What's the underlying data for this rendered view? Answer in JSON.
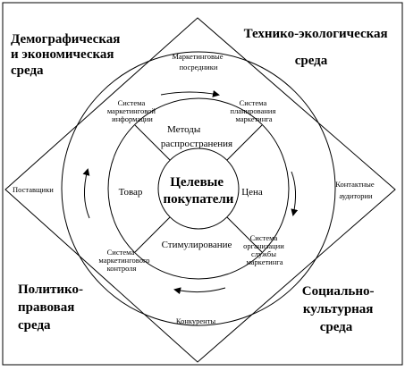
{
  "corners": {
    "top_left": [
      "Демографическая",
      "и экономическая",
      "среда"
    ],
    "top_right": [
      "Технико-экологическая",
      "среда"
    ],
    "bottom_left": [
      "Политико-",
      "правовая",
      "среда"
    ],
    "bottom_right": [
      "Социально-",
      "культурная",
      "среда"
    ]
  },
  "outer_ring": {
    "top": [
      "Маркетинговые",
      "посредники"
    ],
    "left": [
      "Поставщики"
    ],
    "right": [
      "Контактные",
      "аудитории"
    ],
    "bottom": [
      "Конкуренты"
    ]
  },
  "middle_ring": {
    "top_left": [
      "Система",
      "маркетинговой",
      "информации"
    ],
    "top_right": [
      "Система",
      "планирования",
      "маркетинга"
    ],
    "bottom_left": [
      "Система",
      "маркетингового",
      "контроля"
    ],
    "bottom_right": [
      "Система",
      "организации",
      "службы",
      "маркетинга"
    ]
  },
  "inner_ring": {
    "top": [
      "Методы",
      "распространения"
    ],
    "left": [
      "Товар"
    ],
    "right": [
      "Цена"
    ],
    "bottom": [
      "Стимулирование"
    ]
  },
  "center": [
    "Целевые",
    "покупатели"
  ]
}
